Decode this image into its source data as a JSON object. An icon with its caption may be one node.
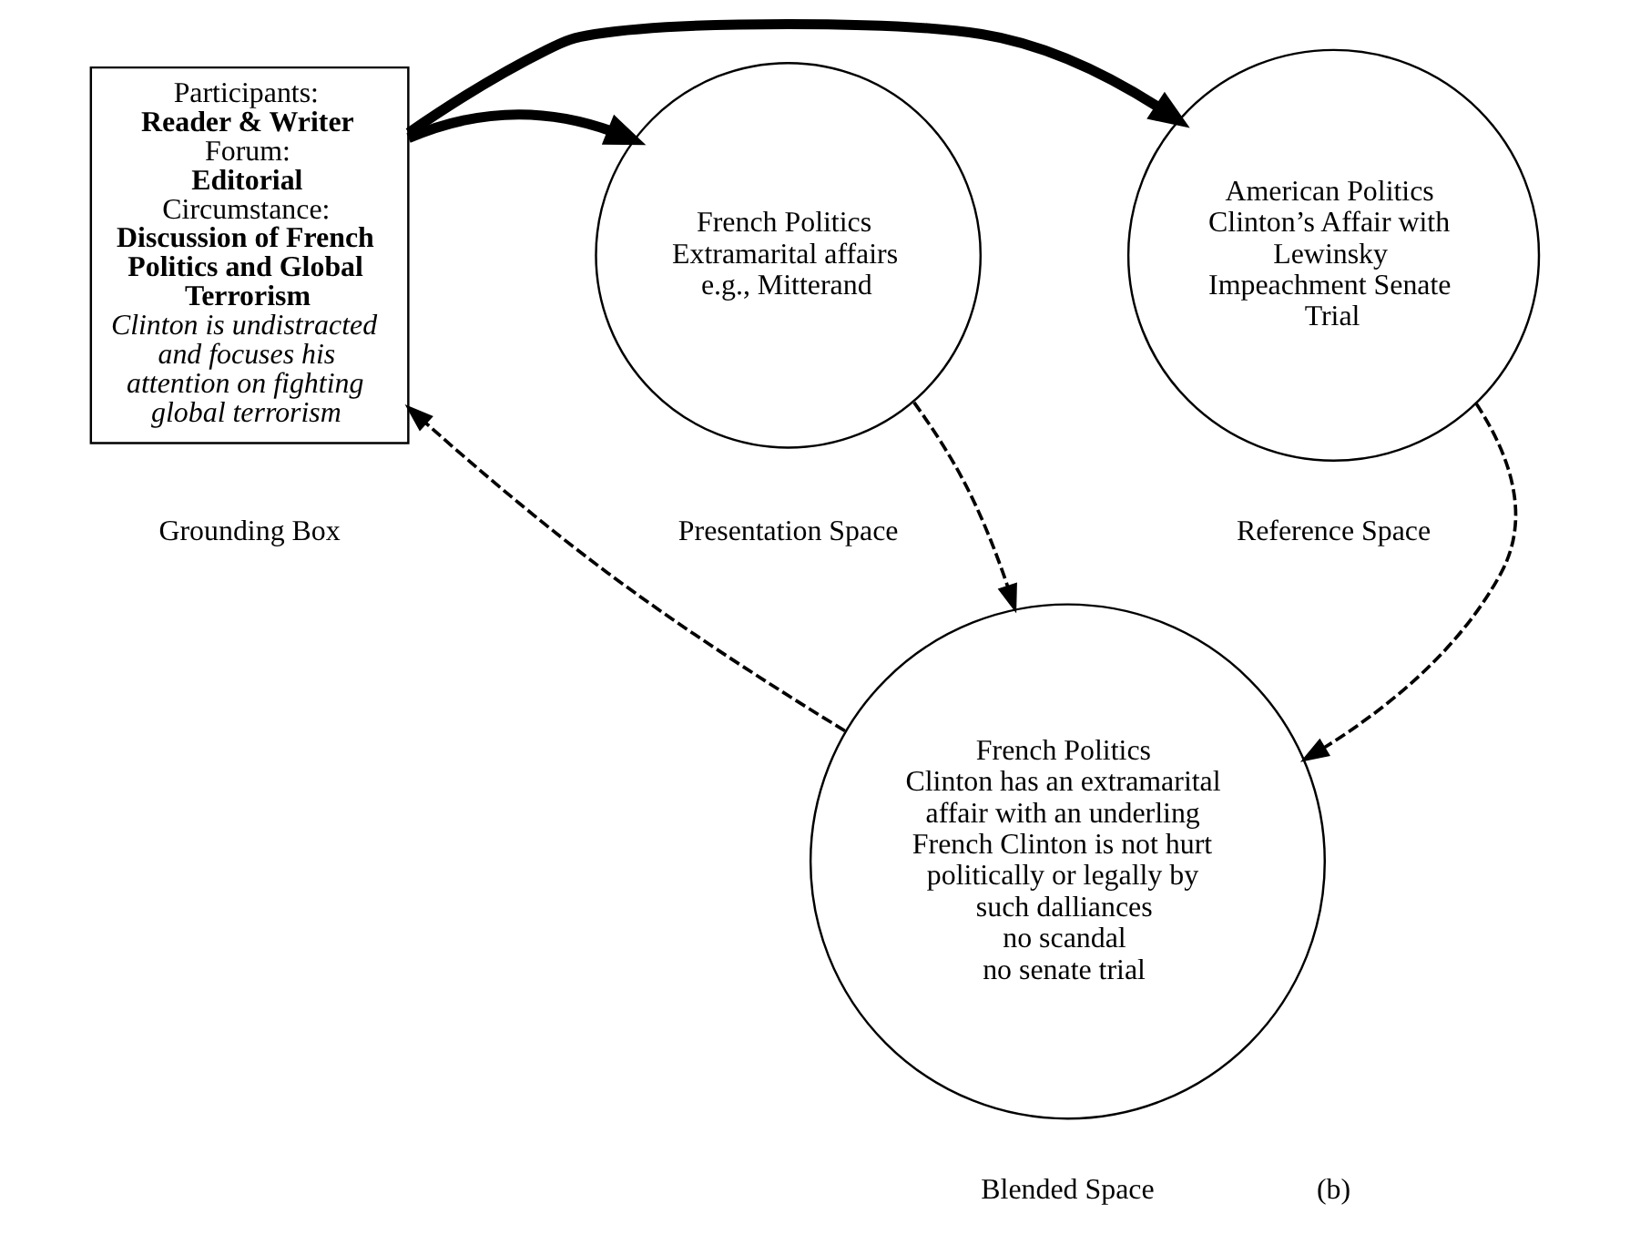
{
  "diagram": {
    "nodes": [
      {
        "text": [
          "Participants:",
          "Reader & Writer",
          "Forum:",
          "Editorial",
          "Circumstance:",
          "Discussion of French Politics and Global Terrorism",
          "Clinton is undistracted and focuses his attention on fighting global terrorism"
        ],
        "beside": [
          "Grounding Box"
        ]
      },
      {
        "text": [
          "French Politics",
          "Extramarital affairs e.g., Mitterand"
        ],
        "beside": [
          "Presentation Space"
        ]
      },
      {
        "text": [
          "American Politics",
          "Clinton’s Affair with Lewinsky",
          "Impeachment Senate Trial"
        ],
        "beside": [
          "Reference Space"
        ]
      },
      {
        "text": [
          "French Politics",
          "Clinton has an extramarital affair with an underling",
          "French Clinton is not hurt politically or legally by such dalliances",
          "no scandal",
          "no senate trial"
        ],
        "beside": [
          "Blended Space"
        ]
      }
    ],
    "edges": [
      {
        "from": 0,
        "to": 1,
        "arrow": "to",
        "style": "thick"
      },
      {
        "from": 0,
        "to": 2,
        "arrow": "to",
        "style": "thick"
      },
      {
        "from": 1,
        "to": 3,
        "arrow": "to",
        "style": "dashed"
      },
      {
        "from": 2,
        "to": 3,
        "arrow": "to",
        "style": "dashed"
      },
      {
        "from": 3,
        "to": 0,
        "arrow": "to",
        "style": "dashed"
      }
    ],
    "labels": [
      "(b)"
    ]
  }
}
